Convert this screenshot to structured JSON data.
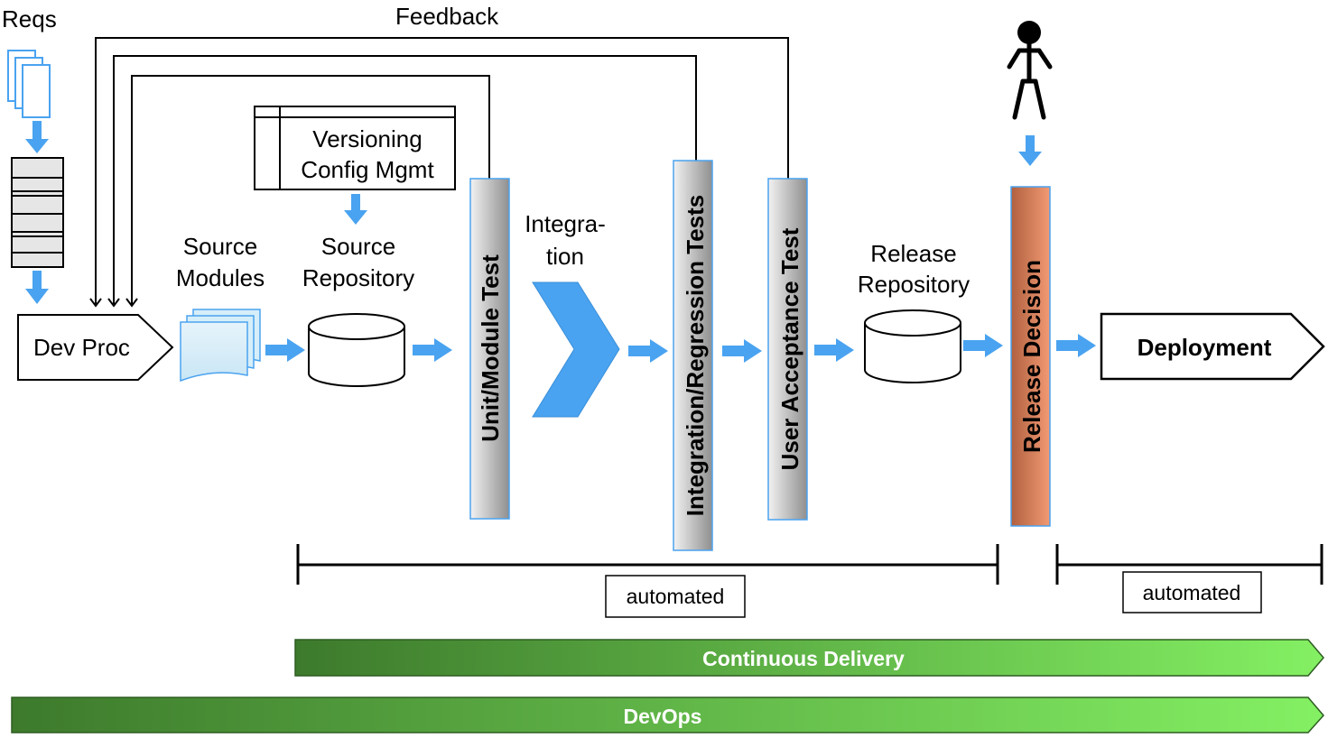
{
  "labels": {
    "reqs": "Reqs",
    "feedback": "Feedback",
    "dev_proc": "Dev Proc",
    "versioning": "Versioning",
    "config_mgmt": "Config Mgmt",
    "source_modules_1": "Source",
    "source_modules_2": "Modules",
    "source_repo_1": "Source",
    "source_repo_2": "Repository",
    "unit_test": "Unit/Module Test",
    "integration_1": "Integra-",
    "integration_2": "tion",
    "integration_tests": "Integration/Regression Tests",
    "uat": "User Acceptance Test",
    "release_repo_1": "Release",
    "release_repo_2": "Repository",
    "release_decision": "Release Decision",
    "deployment": "Deployment",
    "automated_1": "automated",
    "automated_2": "automated",
    "continuous_delivery": "Continuous Delivery",
    "devops": "DevOps"
  },
  "colors": {
    "arrow_blue": "#4aa3f0",
    "test_bar_gray": "#a6a6a6",
    "release_bar": "#e8845c",
    "green_dark": "#3f7f2e",
    "green_light": "#7fec5c"
  }
}
